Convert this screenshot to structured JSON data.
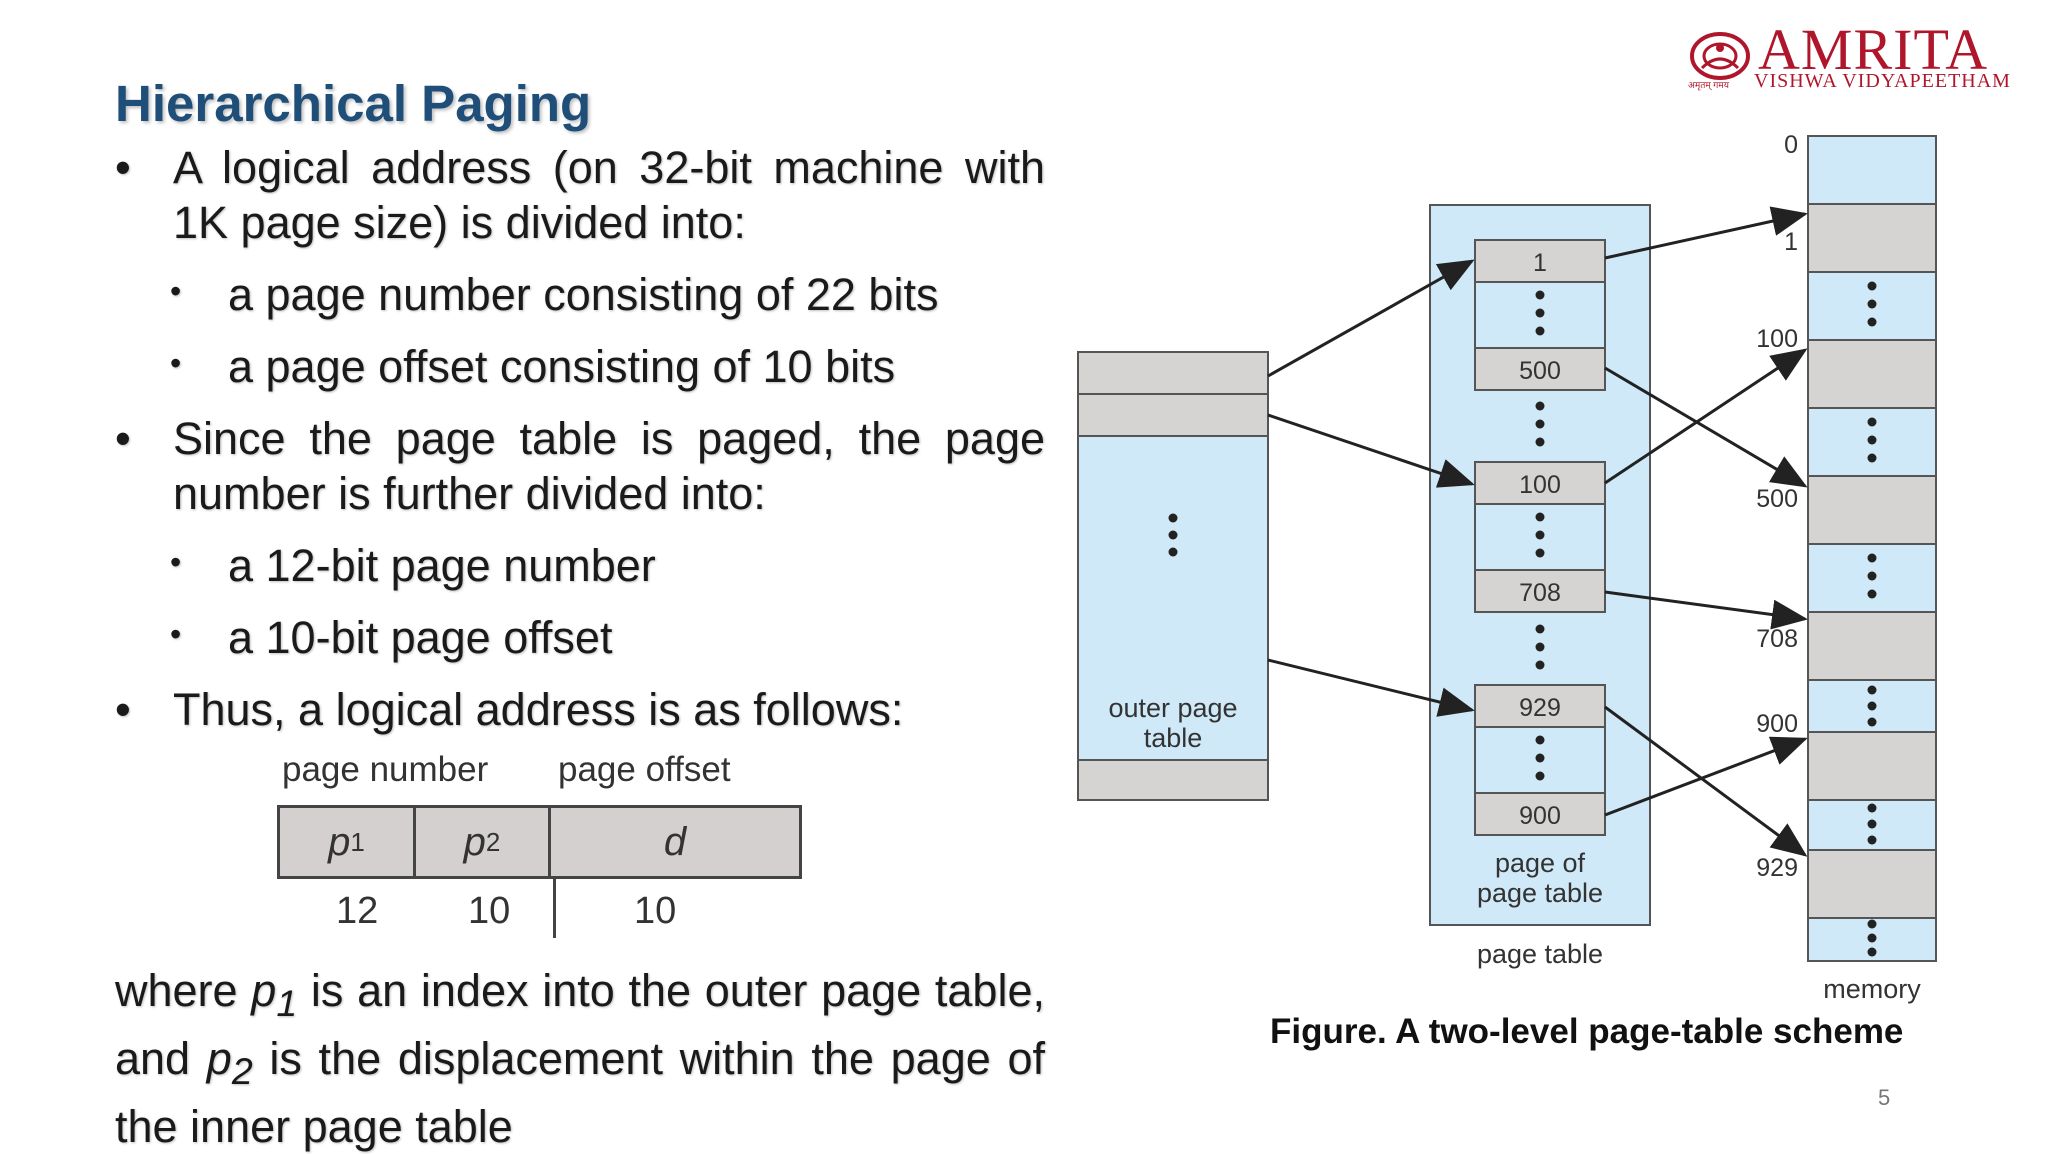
{
  "title": "Hierarchical Paging",
  "bullets": [
    {
      "level": 1,
      "text": "A logical address (on 32-bit machine with 1K page size) is divided into:"
    },
    {
      "level": 2,
      "text": "a page number consisting of 22 bits"
    },
    {
      "level": 2,
      "text": "a page offset consisting of 10 bits"
    },
    {
      "level": 1,
      "text": "Since the page table is paged, the page number is further divided into:"
    },
    {
      "level": 2,
      "text": "a 12-bit page number"
    },
    {
      "level": 2,
      "text": "a 10-bit page offset"
    },
    {
      "level": 1,
      "text": "Thus, a logical address is as follows:"
    }
  ],
  "address_format": {
    "header_page_number": "page number",
    "header_page_offset": "page offset",
    "p1": "p",
    "p1_sub": "1",
    "p2": "p",
    "p2_sub": "2",
    "d": "d",
    "bits_p1": "12",
    "bits_p2": "10",
    "bits_d": "10"
  },
  "where": {
    "part1": "where ",
    "p1": "p",
    "p1_sub": "1",
    "part2": " is an index into the outer page table, and ",
    "p2": "p",
    "p2_sub": "2",
    "part3": " is the displacement within the page of the inner page table"
  },
  "diagram": {
    "outer_label_1": "outer page",
    "outer_label_2": "table",
    "page_entries": [
      "1",
      "500",
      "100",
      "708",
      "929",
      "900"
    ],
    "page_of_label_1": "page of",
    "page_of_label_2": "page table",
    "page_table_label": "page table",
    "memory_labels": [
      "0",
      "1",
      "100",
      "500",
      "708",
      "900",
      "929"
    ],
    "memory_label": "memory",
    "colors": {
      "light_blue": "#cfe9f8",
      "gray": "#d6d4d3",
      "stroke": "#555555",
      "arrow": "#222222"
    }
  },
  "caption": "Figure. A two-level page-table scheme",
  "page_number": "5",
  "logo": {
    "name": "AMRITA",
    "subtitle": "VISHWA VIDYAPEETHAM",
    "tagline": "अमृतम् गमय"
  }
}
